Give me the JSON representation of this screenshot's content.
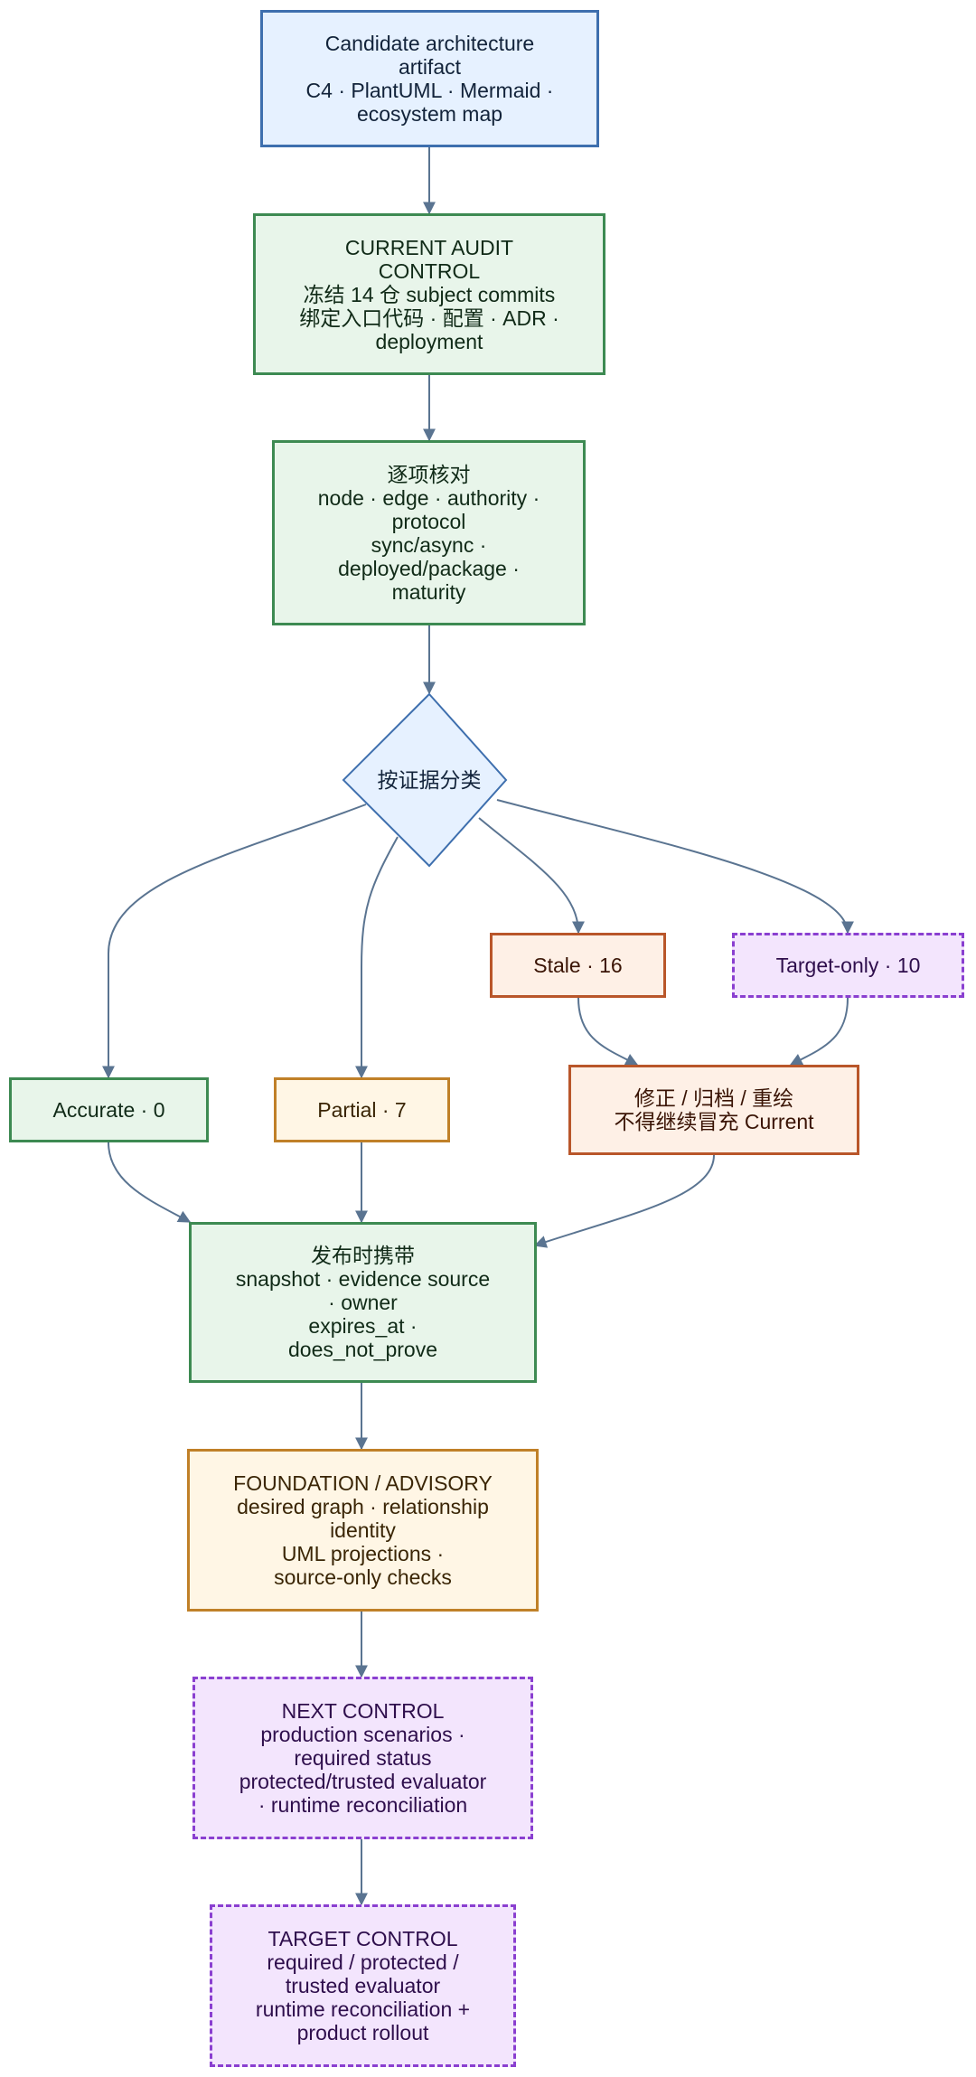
{
  "diagram": {
    "type": "flowchart",
    "nodes": {
      "artifact": {
        "lines": [
          "Candidate architecture",
          "artifact",
          "C4 · PlantUML · Mermaid ·",
          "ecosystem map"
        ]
      },
      "current_audit": {
        "lines": [
          "CURRENT AUDIT",
          "CONTROL",
          "冻结 14 仓 subject commits",
          "绑定入口代码 · 配置 · ADR ·",
          "deployment"
        ]
      },
      "verify": {
        "lines": [
          "逐项核对",
          "node · edge · authority ·",
          "protocol",
          "sync/async ·",
          "deployed/package ·",
          "maturity"
        ]
      },
      "classify": {
        "label": "按证据分类"
      },
      "stale": {
        "label": "Stale · 16"
      },
      "target_only": {
        "label": "Target-only · 10"
      },
      "accurate": {
        "label": "Accurate · 0"
      },
      "partial": {
        "label": "Partial · 7"
      },
      "fix": {
        "lines": [
          "修正 / 归档 / 重绘",
          "不得继续冒充 Current"
        ]
      },
      "publish": {
        "lines": [
          "发布时携带",
          "snapshot · evidence source",
          "· owner",
          "expires_at ·",
          "does_not_prove"
        ]
      },
      "foundation": {
        "lines": [
          "FOUNDATION / ADVISORY",
          "desired graph · relationship",
          "identity",
          "UML projections ·",
          "source-only checks"
        ]
      },
      "next_control": {
        "lines": [
          "NEXT CONTROL",
          "production scenarios ·",
          "required status",
          "protected/trusted evaluator",
          "· runtime reconciliation"
        ]
      },
      "target_control": {
        "lines": [
          "TARGET CONTROL",
          "required / protected /",
          "trusted evaluator",
          "runtime reconciliation +",
          "product rollout"
        ]
      }
    },
    "edges": [
      [
        "artifact",
        "current_audit"
      ],
      [
        "current_audit",
        "verify"
      ],
      [
        "verify",
        "classify"
      ],
      [
        "classify",
        "accurate"
      ],
      [
        "classify",
        "partial"
      ],
      [
        "classify",
        "stale"
      ],
      [
        "classify",
        "target_only"
      ],
      [
        "stale",
        "fix"
      ],
      [
        "target_only",
        "fix"
      ],
      [
        "accurate",
        "publish"
      ],
      [
        "partial",
        "publish"
      ],
      [
        "fix",
        "publish"
      ],
      [
        "publish",
        "foundation"
      ],
      [
        "foundation",
        "next_control"
      ],
      [
        "next_control",
        "target_control"
      ]
    ],
    "colors": {
      "edge": "#5a7491",
      "blue_fill": "#e6f1ff",
      "blue_stroke": "#3e6fae",
      "green_fill": "#e8f5ea",
      "green_stroke": "#3d8a52",
      "orange_fill": "#fef0e6",
      "orange_stroke": "#b9562a",
      "amber_fill": "#fff6e5",
      "amber_stroke": "#c08028",
      "purple_fill": "#f3e5fd",
      "purple_stroke": "#8a3fd0"
    }
  }
}
